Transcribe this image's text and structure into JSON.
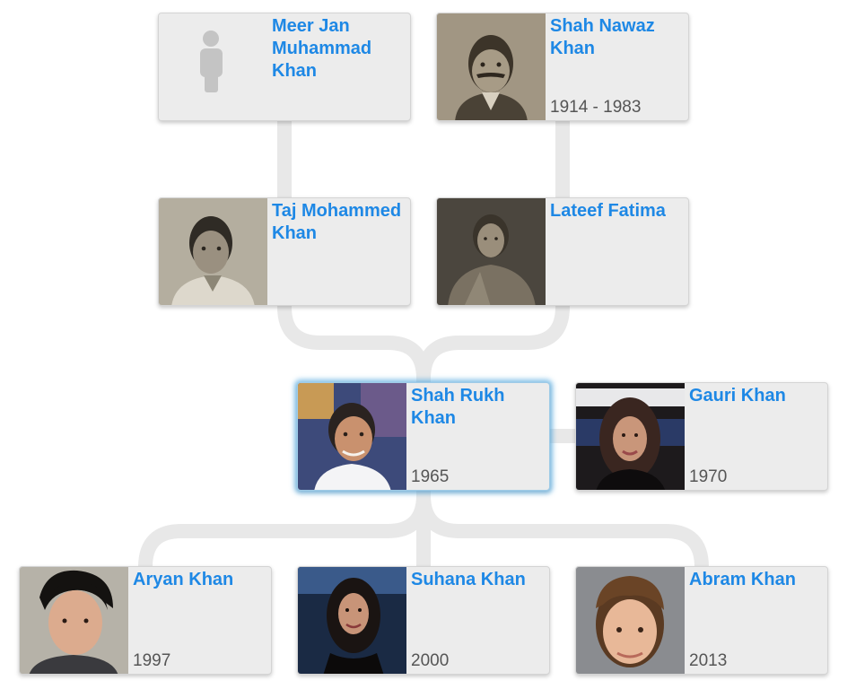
{
  "colors": {
    "name_link": "#1e88e5",
    "card_bg": "#ececec",
    "connector": "#e8e8e8",
    "focus_glow": "#5fafe1",
    "years_text": "#555555"
  },
  "people": {
    "meer_jan": {
      "name": "Meer Jan Muhammad Khan",
      "years": "",
      "photo": "placeholder-person-icon"
    },
    "shah_nawaz": {
      "name": "Shah Nawaz Khan",
      "years": "1914 - 1983",
      "photo": "sepia-portrait-mustache"
    },
    "taj_mohammed": {
      "name": "Taj Mohammed Khan",
      "years": "",
      "photo": "sepia-portrait-young-man"
    },
    "lateef_fatima": {
      "name": "Lateef Fatima",
      "years": "",
      "photo": "sepia-portrait-woman-sari"
    },
    "shah_rukh": {
      "name": "Shah Rukh Khan",
      "years": "1965",
      "photo": "color-portrait"
    },
    "gauri": {
      "name": "Gauri Khan",
      "years": "1970",
      "photo": "color-portrait"
    },
    "aryan": {
      "name": "Aryan Khan",
      "years": "1997",
      "photo": "color-portrait"
    },
    "suhana": {
      "name": "Suhana Khan",
      "years": "2000",
      "photo": "color-portrait"
    },
    "abram": {
      "name": "Abram Khan",
      "years": "2013",
      "photo": "color-portrait"
    }
  }
}
